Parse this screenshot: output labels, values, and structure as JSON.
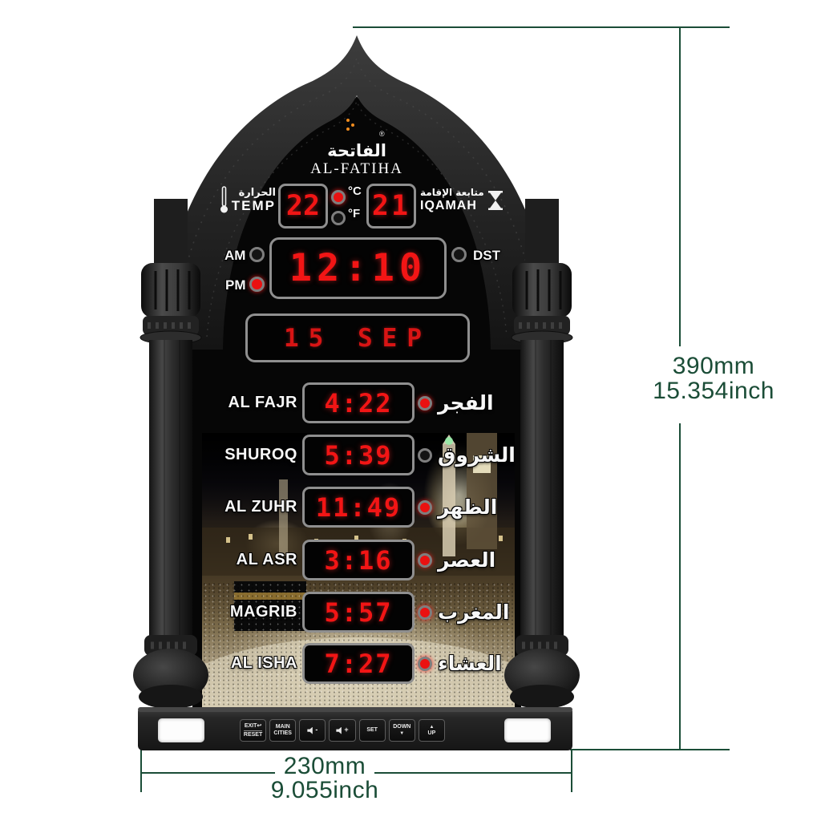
{
  "brand": {
    "name_ar": "الفاتحة",
    "name_en": "AL-FATIHA",
    "registered": "®"
  },
  "temperature": {
    "label_ar": "الحرارة",
    "label_en": "TEMP",
    "value": "22",
    "unit_c": "°C",
    "unit_f": "°F",
    "c_lit": true,
    "f_lit": false
  },
  "iqamah": {
    "label_ar": "متابعة الإقامة",
    "label_en": "IQAMAH",
    "value": "21"
  },
  "clock": {
    "time": "12:10",
    "am_label": "AM",
    "pm_label": "PM",
    "dst_label": "DST",
    "am_lit": false,
    "pm_lit": true,
    "dst_lit": false,
    "date": "15 SEP"
  },
  "prayers": [
    {
      "name_en": "AL FAJR",
      "time": "4:22",
      "name_ar": "الفجر",
      "active": true
    },
    {
      "name_en": "SHUROQ",
      "time": "5:39",
      "name_ar": "الشروق",
      "active": false
    },
    {
      "name_en": "AL ZUHR",
      "time": "11:49",
      "name_ar": "الظهر",
      "active": true
    },
    {
      "name_en": "AL ASR",
      "time": "3:16",
      "name_ar": "العصر",
      "active": true
    },
    {
      "name_en": "MAGRIB",
      "time": "5:57",
      "name_ar": "المغرب",
      "active": true
    },
    {
      "name_en": "AL ISHA",
      "time": "7:27",
      "name_ar": "العشاء",
      "active": true
    }
  ],
  "buttons": {
    "exit_reset": {
      "line1": "EXIT↩",
      "line2": "RESET"
    },
    "main_cities": {
      "line1": "MAIN",
      "line2": "CITIES"
    },
    "volume_down": {
      "sign": "-"
    },
    "volume_up": {
      "sign": "+"
    },
    "set": {
      "label": "SET"
    },
    "down": {
      "line1": "DOWN",
      "line2": "▼"
    },
    "up": {
      "line1": "▲",
      "line2": "UP"
    }
  },
  "dimensions": {
    "height_mm": "390mm",
    "height_inch": "15.354inch",
    "width_mm": "230mm",
    "width_inch": "9.055inch"
  },
  "colors": {
    "dimension_green": "#1b4d37",
    "led_red": "#f21515",
    "accent_orange": "#f08c1e"
  }
}
